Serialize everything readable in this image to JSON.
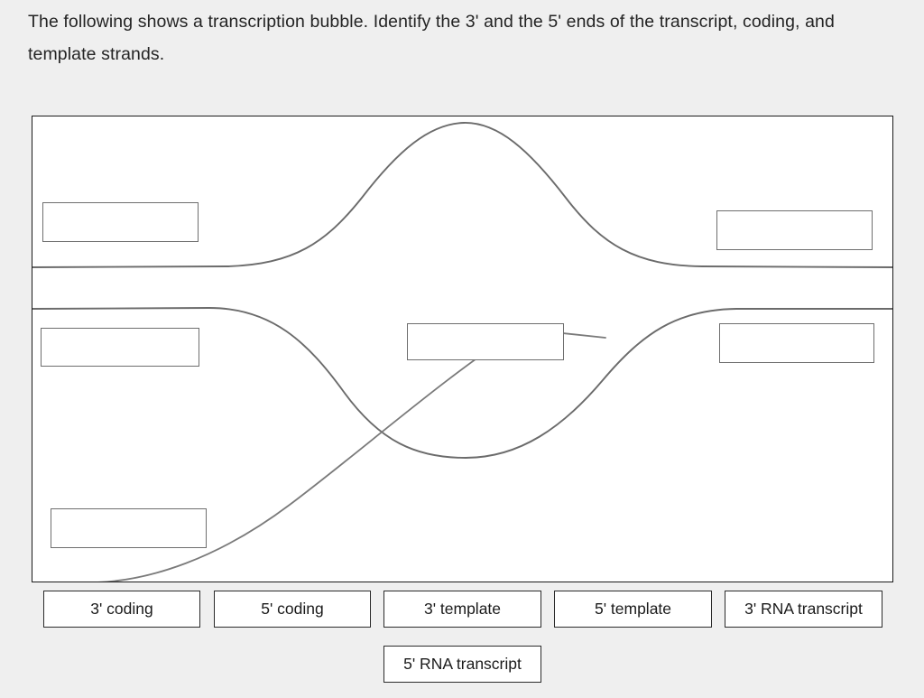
{
  "question": {
    "prompt": "The following shows a transcription bubble. Identify the 3' and the 5' ends of the transcript, coding, and template strands."
  },
  "diagram": {
    "name": "transcription-bubble-diagram",
    "frame_color": "#1a1a1a",
    "strand_color": "#6b6b6b",
    "background": "#ffffff",
    "drop_targets": [
      {
        "id": "drop-coding-left",
        "name": "drop-target-coding-left",
        "value": ""
      },
      {
        "id": "drop-coding-right",
        "name": "drop-target-coding-right",
        "value": ""
      },
      {
        "id": "drop-template-left",
        "name": "drop-target-template-left",
        "value": ""
      },
      {
        "id": "drop-center",
        "name": "drop-target-center",
        "value": ""
      },
      {
        "id": "drop-template-right",
        "name": "drop-target-template-right",
        "value": ""
      },
      {
        "id": "drop-rna-left",
        "name": "drop-target-rna-left",
        "value": ""
      }
    ]
  },
  "options": [
    {
      "label": "3' coding"
    },
    {
      "label": "5' coding"
    },
    {
      "label": "3' template"
    },
    {
      "label": "5' template"
    },
    {
      "label": "3' RNA transcript"
    },
    {
      "label": "5' RNA transcript"
    }
  ],
  "colors": {
    "page_background": "#efefef",
    "panel_background": "#ffffff",
    "text": "#1f1f1f",
    "box_border": "#6e6e6e",
    "option_border": "#2b2b2b",
    "strand": "#6b6b6b"
  }
}
